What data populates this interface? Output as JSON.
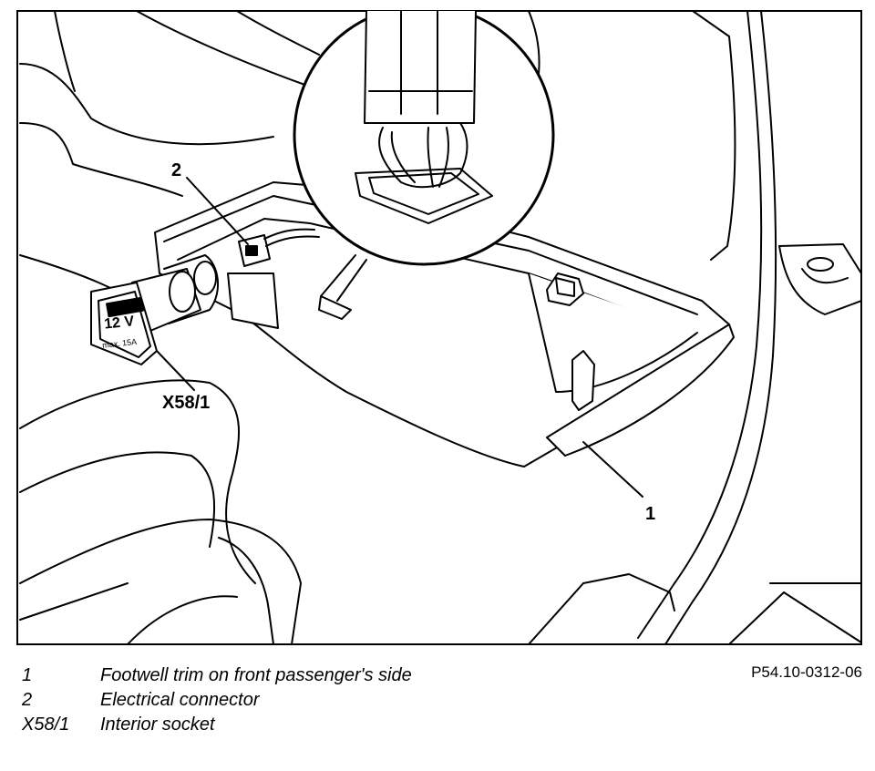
{
  "figure": {
    "callouts": {
      "c1": "1",
      "c2": "2",
      "x58": "X58/1"
    },
    "socket_label": "12 V",
    "socket_rating": "max. 15A"
  },
  "code": "P54.10-0312-06",
  "legend": [
    {
      "key": "1",
      "text": "Footwell trim on front passenger's side"
    },
    {
      "key": "2",
      "text": "Electrical connector"
    },
    {
      "key": "X58/1",
      "text": "Interior socket"
    }
  ]
}
